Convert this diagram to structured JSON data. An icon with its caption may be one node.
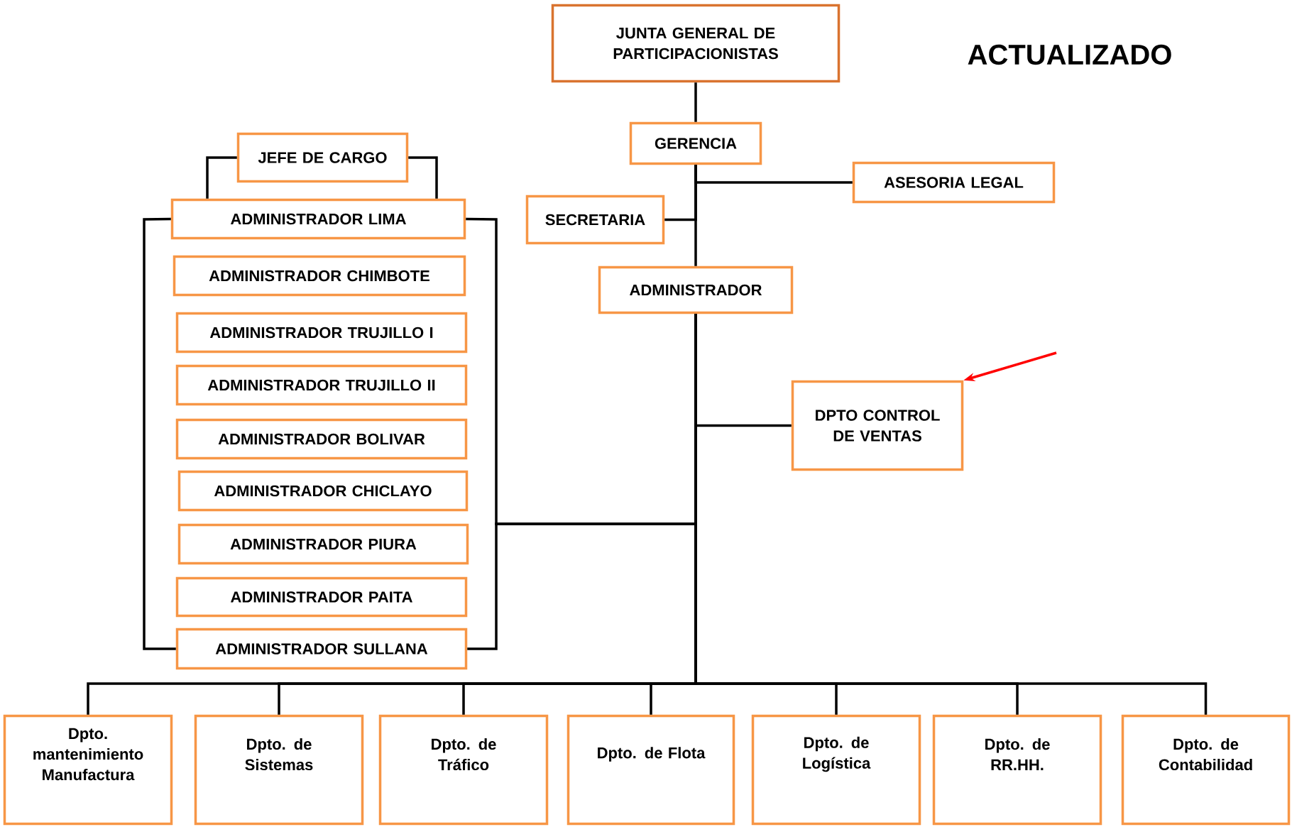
{
  "diagram": {
    "title": "ACTUALIZADO",
    "nodes": [
      {
        "text": [
          "JUNTA GENERAL DE PARTICIPACIONISTAS"
        ]
      },
      {
        "text": [
          "GERENCIA"
        ]
      },
      {
        "text": [
          "ASESORIA LEGAL"
        ]
      },
      {
        "text": [
          "SECRETARIA"
        ]
      },
      {
        "text": [
          "ADMINISTRADOR"
        ]
      },
      {
        "text": [
          "DPTO CONTROL DE VENTAS"
        ]
      },
      {
        "text": [
          "JEFE DE CARGO"
        ]
      },
      {
        "text": [
          "ADMINISTRADOR LIMA"
        ]
      },
      {
        "text": [
          "ADMINISTRADOR CHIMBOTE"
        ]
      },
      {
        "text": [
          "ADMINISTRADOR TRUJILLO I"
        ]
      },
      {
        "text": [
          "ADMINISTRADOR TRUJILLO II"
        ]
      },
      {
        "text": [
          "ADMINISTRADOR BOLIVAR"
        ]
      },
      {
        "text": [
          "ADMINISTRADOR CHICLAYO"
        ]
      },
      {
        "text": [
          "ADMINISTRADOR PIURA"
        ]
      },
      {
        "text": [
          "ADMINISTRADOR PAITA"
        ]
      },
      {
        "text": [
          "ADMINISTRADOR SULLANA"
        ]
      },
      {
        "text": [
          "Dpto. mantenimiento Manufactura"
        ]
      },
      {
        "text": [
          "Dpto. de Sistemas"
        ]
      },
      {
        "text": [
          "Dpto. de Tráfico"
        ]
      },
      {
        "text": [
          "Dpto. de Flota"
        ]
      },
      {
        "text": [
          "Dpto. de Logística"
        ]
      },
      {
        "text": [
          "Dpto. de RR.HH."
        ]
      },
      {
        "text": [
          "Dpto. de Contabilidad"
        ]
      }
    ],
    "edges": [
      {
        "from": 0,
        "to": 1,
        "arrow": "none"
      },
      {
        "from": 1,
        "to": 2,
        "arrow": "none"
      },
      {
        "from": 1,
        "to": 3,
        "arrow": "none"
      },
      {
        "from": 1,
        "to": 4,
        "arrow": "none"
      },
      {
        "from": 4,
        "to": 5,
        "arrow": "none"
      },
      {
        "from": 6,
        "to": 7,
        "arrow": "none"
      },
      {
        "from": 6,
        "to": 7,
        "arrow": "none"
      },
      {
        "from": 7,
        "to": 15,
        "arrow": "none"
      },
      {
        "from": 4,
        "to": 7,
        "arrow": "none"
      },
      {
        "from": 4,
        "to": 15,
        "arrow": "none"
      },
      {
        "from": 4,
        "to": 16,
        "arrow": "none"
      },
      {
        "from": 4,
        "to": 17,
        "arrow": "none"
      },
      {
        "from": 4,
        "to": 18,
        "arrow": "none"
      },
      {
        "from": 4,
        "to": 19,
        "arrow": "none"
      },
      {
        "from": 4,
        "to": 20,
        "arrow": "none"
      },
      {
        "from": 4,
        "to": 21,
        "arrow": "none"
      },
      {
        "from": 4,
        "to": 22,
        "arrow": "none"
      },
      {
        "from": null,
        "to": 5,
        "arrow": "to",
        "color": "#ff0000"
      }
    ]
  }
}
